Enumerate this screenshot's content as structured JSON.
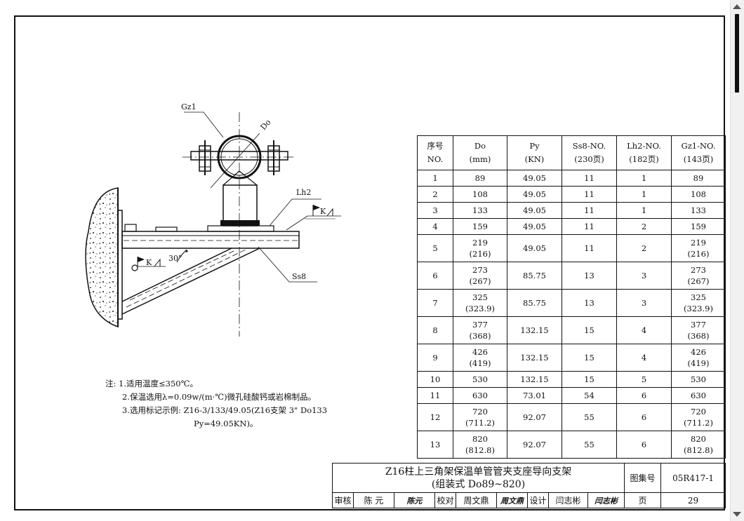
{
  "drawing": {
    "labels": {
      "gz1": "Gz1",
      "do": "Do",
      "lh2": "Lh2",
      "ss8": "Ss8",
      "angle": "30°",
      "k_marker_right": "K",
      "k_marker_left": "K"
    }
  },
  "table": {
    "headers": [
      [
        "序号",
        "NO."
      ],
      [
        "Do",
        "(mm)"
      ],
      [
        "Py",
        "(KN)"
      ],
      [
        "Ss8-NO.",
        "(230页)"
      ],
      [
        "Lh2-NO.",
        "(182页)"
      ],
      [
        "Gz1-NO.",
        "(143页)"
      ]
    ],
    "rows": [
      [
        "1",
        "89",
        "",
        "49.05",
        "11",
        "1",
        "89",
        ""
      ],
      [
        "2",
        "108",
        "",
        "49.05",
        "11",
        "1",
        "108",
        ""
      ],
      [
        "3",
        "133",
        "",
        "49.05",
        "11",
        "1",
        "133",
        ""
      ],
      [
        "4",
        "159",
        "",
        "49.05",
        "11",
        "2",
        "159",
        ""
      ],
      [
        "5",
        "219",
        "(216)",
        "49.05",
        "11",
        "2",
        "219",
        "(216)"
      ],
      [
        "6",
        "273",
        "(267)",
        "85.75",
        "13",
        "3",
        "273",
        "(267)"
      ],
      [
        "7",
        "325",
        "(323.9)",
        "85.75",
        "13",
        "3",
        "325",
        "(323.9)"
      ],
      [
        "8",
        "377",
        "(368)",
        "132.15",
        "15",
        "4",
        "377",
        "(368)"
      ],
      [
        "9",
        "426",
        "(419)",
        "132.15",
        "15",
        "4",
        "426",
        "(419)"
      ],
      [
        "10",
        "530",
        "",
        "132.15",
        "15",
        "5",
        "530",
        ""
      ],
      [
        "11",
        "630",
        "",
        "73.01",
        "54",
        "6",
        "630",
        ""
      ],
      [
        "12",
        "720",
        "(711.2)",
        "92.07",
        "55",
        "6",
        "720",
        "(711.2)"
      ],
      [
        "13",
        "820",
        "(812.8)",
        "92.07",
        "55",
        "6",
        "820",
        "(812.8)"
      ]
    ]
  },
  "notes": {
    "prefix": "注:",
    "line1": "1.适用温度≤350℃。",
    "line2": "2.保温选用λ=0.09w/(m·℃)微孔硅酸钙或岩棉制品。",
    "line3": "3.选用标记示例: Z16-3/133/49.05(Z16支架 3\" Do133",
    "line4": "Py=49.05KN)。"
  },
  "titleblock": {
    "title_line1": "Z16柱上三角架保温单管管夹支座导向支架",
    "title_line2": "(组装式 Do89~820)",
    "atlas_label": "图集号",
    "atlas_no": "05R417-1",
    "review_label": "审核",
    "reviewer": "陈 元",
    "check_label": "校对",
    "checker": "周文鼎",
    "design_label": "设计",
    "designer": "闫志彬",
    "page_label": "页",
    "page_no": "29"
  }
}
